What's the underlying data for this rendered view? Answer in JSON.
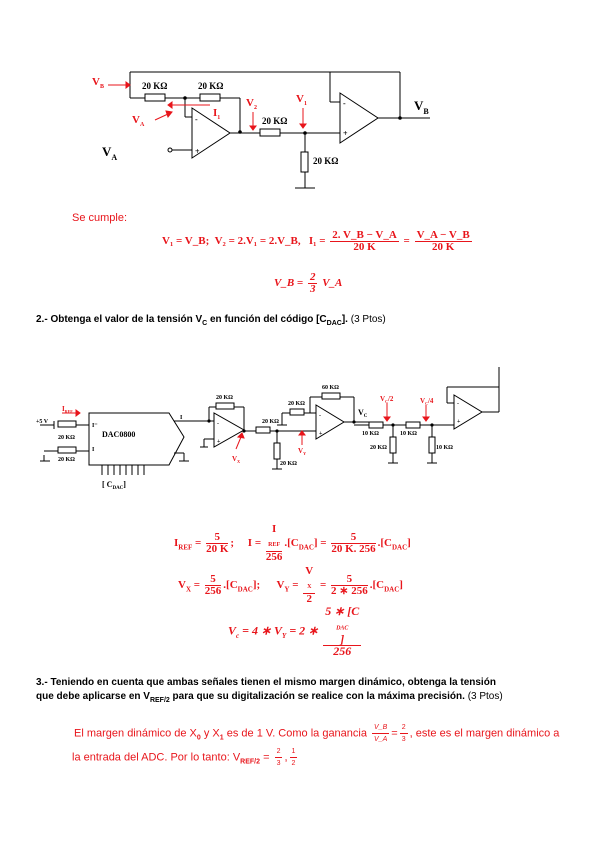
{
  "circuit1": {
    "vb_in": "V",
    "vb_in_sub": "B",
    "va_top": "V",
    "va_top_sub": "A",
    "r1": "20 KΩ",
    "r2": "20 KΩ",
    "r3": "20 KΩ",
    "r4": "20 KΩ",
    "i1": "I",
    "i1_sub": "1",
    "v2": "V",
    "v2_sub": "2",
    "v1": "V",
    "v1_sub": "1",
    "vb_out": "V",
    "vb_out_sub": "B",
    "va_in": "V",
    "va_in_sub": "A"
  },
  "section1": {
    "intro": "Se cumple:",
    "eq1_a": "V₁ = V_B;",
    "eq1_b": "V₂ = 2.V₁ = 2.V_B,",
    "eq1_i": "I₁ =",
    "eq1_frac1_num": "2. V_B − V_A",
    "eq1_frac1_den": "20 K",
    "eq1_eq": "=",
    "eq1_frac2_num": "V_A − V_B",
    "eq1_frac2_den": "20 K",
    "eq2_lhs": "V_B =",
    "eq2_num": "2",
    "eq2_den": "3",
    "eq2_rhs": "V_A"
  },
  "question2": {
    "text": "2.- Obtenga el valor de la tensión V",
    "text_sub": "C",
    "text_mid": " en función del código [C",
    "text_sub2": "DAC",
    "text_end": "].",
    "points": "(3 Ptos)"
  },
  "circuit2": {
    "plus5": "+5 V",
    "iref": "I",
    "iref_sub": "REF",
    "r_in1": "20 KΩ",
    "r_in2": "20 KΩ",
    "dac": "DAC0800",
    "pin_i": "I",
    "pin_iminus": "I⁻",
    "pin_i2": "I",
    "code": "[ C",
    "code_sub": "DAC",
    "code_end": "]",
    "r_fb1": "20 KΩ",
    "vx": "V",
    "vx_sub": "X",
    "r_mid": "20 KΩ",
    "r_mid2": "20 KΩ",
    "r_gnd": "20 KΩ",
    "r_fb2": "60 KΩ",
    "vy": "V",
    "vy_sub": "Y",
    "vc": "V",
    "vc_sub": "C",
    "vc2": "V",
    "vc2_sub": "C",
    "vc2_end": "/2",
    "vc4": "V",
    "vc4_sub": "C",
    "vc4_end": "/4",
    "r10a": "10 KΩ",
    "r10b": "10 KΩ",
    "r20": "20 KΩ",
    "r10c": "10 KΩ"
  },
  "section2": {
    "eq1_lhs": "I",
    "eq1_lhs_sub": "REF",
    "eq1_eq": "=",
    "eq1_num": "5",
    "eq1_den": "20 K",
    "eq1_sep": ";",
    "eq2_lhs": "I =",
    "eq2_num": "I",
    "eq2_num_sub": "REF",
    "eq2_den": "256",
    "eq2_mul": ".[C",
    "eq2_mul_sub": "DAC",
    "eq2_mul_end": "] =",
    "eq2_num2": "5",
    "eq2_den2": "20 K. 256",
    "eq2_mul2": ".[C",
    "eq2_mul2_sub": "DAC",
    "eq2_mul2_end": "]",
    "eq3_lhs": "V",
    "eq3_lhs_sub": "X",
    "eq3_eq": "=",
    "eq3_num": "5",
    "eq3_den": "256",
    "eq3_mul": ".[C",
    "eq3_mul_sub": "DAC",
    "eq3_mul_end": "];",
    "eq4_lhs": "V",
    "eq4_lhs_sub": "Y",
    "eq4_eq": "=",
    "eq4_num": "V",
    "eq4_num_sub": "X",
    "eq4_den": "2",
    "eq4_eq2": "=",
    "eq4_num2": "5",
    "eq4_den2": "2 ∗ 256",
    "eq4_mul": ".[C",
    "eq4_mul_sub": "DAC",
    "eq4_mul_end": "]",
    "eq5_lhs": "V",
    "eq5_lhs_sub": "c",
    "eq5_mid": "= 4 ∗ V",
    "eq5_mid_sub": "Y",
    "eq5_mid_end": " =  2 ∗",
    "eq5_num": "5 ∗ [C",
    "eq5_num_sub": "DAC",
    "eq5_num_end": "]",
    "eq5_den": "256"
  },
  "question3": {
    "line1": "3.- Teniendo en cuenta que ambas señales tienen el mismo margen dinámico, obtenga la tensión",
    "line2": "que debe aplicarse en V",
    "line2_sub": "REF/2",
    "line2_end": " para que su digitalización se realice con la máxima precisión.",
    "points": "(3 Ptos)"
  },
  "section3": {
    "p1": "El margen dinámico de X",
    "p1_sub": "0",
    "p1_b": " y X",
    "p1_sub2": "1",
    "p1_c": " es de 1 V. Como la ganancia",
    "gain_num": "V_B",
    "gain_den": "V_A",
    "gain_eq": "=",
    "gain_val_num": "2",
    "gain_val_den": "3",
    "p1_d": ", este es el margen dinámico a",
    "p2": "la entrada del ADC. Por lo tanto: V",
    "p2_sub": "REF/2",
    "p2_eq": "=",
    "p2_num": "2",
    "p2_den": "3",
    "p2_sep": ",",
    "p2_num2": "1",
    "p2_den2": "2"
  }
}
